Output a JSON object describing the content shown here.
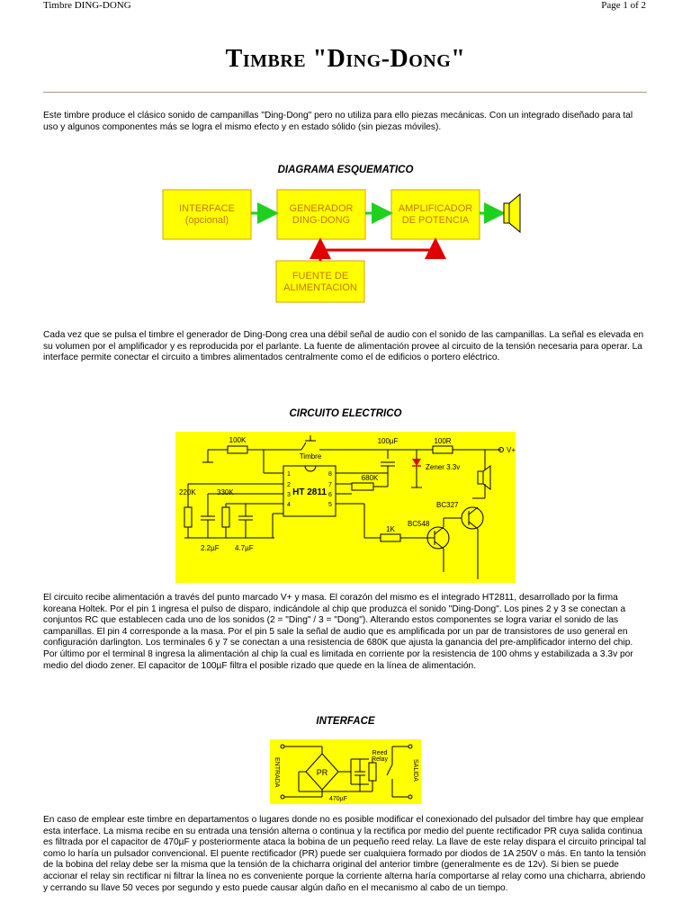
{
  "header": {
    "left": "Timbre DING-DONG",
    "right": "Page 1 of 2"
  },
  "title": "Timbre \"Ding-Dong\"",
  "intro": "Este timbre produce el clásico sonido de campanillas \"Ding-Dong\" pero no utiliza para ello piezas mecánicas. Con un integrado diseñado para tal uso y algunos componentes más se logra el mismo efecto y en estado sólido (sin piezas móviles).",
  "block_diagram": {
    "heading": "DIAGRAMA ESQUEMATICO",
    "interface_l1": "INTERFACE",
    "interface_l2": "(opcional)",
    "generator_l1": "GENERADOR",
    "generator_l2": "DING-DONG",
    "amp_l1": "AMPLIFICADOR",
    "amp_l2": "DE POTENCIA",
    "psu_l1": "FUENTE DE",
    "psu_l2": "ALIMENTACION"
  },
  "para_block": "Cada vez que se pulsa el timbre el generador de Ding-Dong crea una débil señal de audio con el sonido de las campanillas. La señal es elevada en su volumen por el amplificador y es reproducida por el parlante. La fuente de alimentación provee al circuito de la tensión necesaria para operar. La interface permite conectar el circuito a timbres alimentados centralmente como el de edificios o portero eléctrico.",
  "circuit": {
    "heading": "CIRCUITO ELECTRICO",
    "chip": "HT 2811",
    "r100k": "100K",
    "timbre": "Timbre",
    "c100": "100µF",
    "r100": "100R",
    "vplus": "V+",
    "r680k": "680K",
    "zener": "Zener 3.3v",
    "r220k": "220K",
    "r330k": "330K",
    "c22": "2.2µF",
    "c47": "4.7µF",
    "bc327": "BC327",
    "bc548": "BC548",
    "r1k": "1K",
    "pins": [
      "1",
      "2",
      "3",
      "4",
      "8",
      "7",
      "6",
      "5"
    ]
  },
  "para_circuit": "El circuito recibe alimentación a través del punto marcado V+ y masa. El corazón del mismo es el integrado HT2811, desarrollado por la firma koreana Holtek. Por el pin 1 ingresa el pulso de disparo, indicándole al chip que produzca el sonido \"Ding-Dong\". Los pines 2 y 3 se conectan a conjuntos RC que establecen cada uno de los sonidos (2 = \"Ding\" / 3 = \"Dong\"). Alterando estos componentes se logra variar el sonido de las campanillas. El pin 4 corresponde a la masa. Por el pin 5 sale la señal de audio que es amplificada por un par de transistores de uso general en configuración darlington. Los terminales 6 y 7 se conectan a una resistencia de 680K que ajusta la ganancia del pre-amplificador interno del chip. Por último por el terminal 8 ingresa la alimentación al chip la cual es limitada en corriente por la resistencia de 100 ohms y estabilizada a 3.3v por medio del diodo zener. El capacitor de 100µF filtra el posible rizado que quede en la línea de alimentación.",
  "interface": {
    "heading": "INTERFACE",
    "entrada": "ENTRADA",
    "salida": "SALIDA",
    "pr": "PR",
    "reed1": "Reed",
    "reed2": "Relay",
    "c470": "470µF"
  },
  "para_interface": "En caso de emplear este timbre en departamentos o lugares donde no es posible modificar el conexionado del pulsador del timbre hay que emplear esta interface. La misma recibe en su entrada una tensión alterna o continua y la rectifica por medio del puente rectificador PR cuya salida continua es filtrada por el capacitor de 470µF y posteriormente ataca la bobina de un pequeño reed relay. La llave de este relay dispara el circuito principal tal como lo haría un pulsador convencional.  El puente rectificador (PR) puede ser cualquiera formado por diodos de 1A 250V o más. En tanto la tensión de la bobina del relay debe ser la misma que la tensión de la chicharra original del anterior timbre (generalmente es de 12v). Si bien se puede accionar el relay sin rectificar ni filtrar la línea no es conveniente porque la corriente alterna haría comportarse al relay como una chicharra, abriendo y cerrando su llave 50 veces por segundo y esto puede causar algún daño en el mecanismo al cabo de un tiempo.",
  "colors": {
    "box": "#ffff00",
    "box_border": "#d8a000",
    "arrow_green": "#1fd11f",
    "arrow_red": "#e00000",
    "rule": "#a89a7c"
  }
}
